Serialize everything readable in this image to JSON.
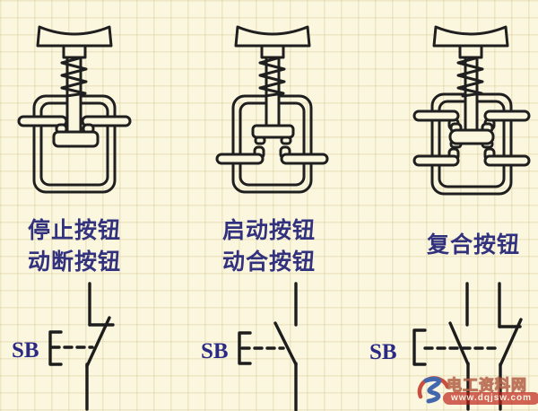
{
  "figure": {
    "title": "push-button structure and schematic symbols",
    "colors": {
      "background": "#fbf6de",
      "grid": "#e3d7ae",
      "line": "#1f1f1f",
      "label": "#31317e",
      "sb_label": "#2a2a85",
      "watermark_red": "#bc2016",
      "watermark_blue": "#2b55a8"
    },
    "mechanisms": [
      {
        "id": "stop-button",
        "contact": "normally-closed",
        "label_lines": [
          "停止按钮",
          "动断按钮"
        ]
      },
      {
        "id": "start-button",
        "contact": "normally-open",
        "label_lines": [
          "启动按钮",
          "动合按钮"
        ]
      },
      {
        "id": "compound-button",
        "contact": "compound",
        "label_lines": [
          "复合按钮"
        ]
      }
    ],
    "symbols": [
      {
        "designator": "SB",
        "type": "normally-closed push-button contact"
      },
      {
        "designator": "SB",
        "type": "normally-open push-button contact"
      },
      {
        "designator": "SB",
        "type": "compound push-button contact"
      }
    ],
    "watermark": {
      "site_name": "电工资料网",
      "url": "www.dqjsw.com"
    }
  }
}
